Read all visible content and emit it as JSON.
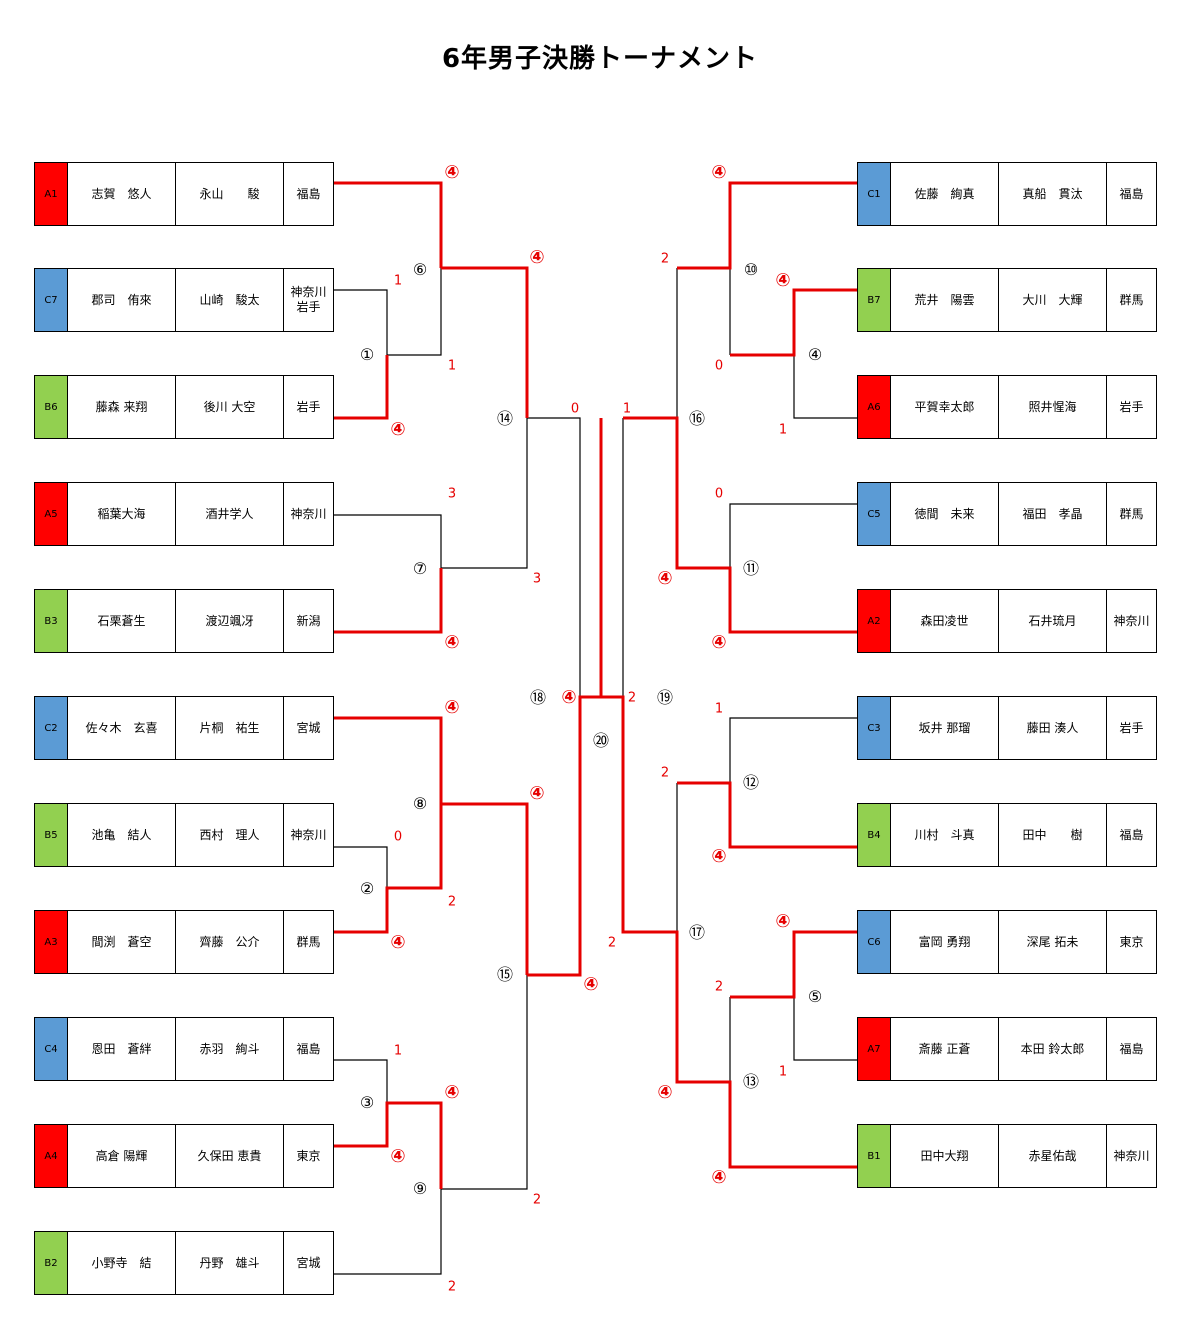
{
  "title": "6年男子決勝トーナメント",
  "colors": {
    "A": "#ff0000",
    "B": "#92d050",
    "C": "#5b9bd5",
    "winner_line": "#e60000",
    "line": "#000000"
  },
  "left_entries": [
    {
      "seed": "A1",
      "player1": "志賀　悠人",
      "player2": "永山　　駿",
      "pref": "福島"
    },
    {
      "seed": "C7",
      "player1": "郡司　侑來",
      "player2": "山崎　駿太",
      "pref": "神奈川\n岩手"
    },
    {
      "seed": "B6",
      "player1": "藤森 来翔",
      "player2": "後川 大空",
      "pref": "岩手"
    },
    {
      "seed": "A5",
      "player1": "稲葉大海",
      "player2": "酒井学人",
      "pref": "神奈川"
    },
    {
      "seed": "B3",
      "player1": "石栗蒼生",
      "player2": "渡辺颯冴",
      "pref": "新潟"
    },
    {
      "seed": "C2",
      "player1": "佐々木　玄喜",
      "player2": "片桐　祐生",
      "pref": "宮城"
    },
    {
      "seed": "B5",
      "player1": "池亀　結人",
      "player2": "西村　理人",
      "pref": "神奈川"
    },
    {
      "seed": "A3",
      "player1": "間渕　蒼空",
      "player2": "齊藤　公介",
      "pref": "群馬"
    },
    {
      "seed": "C4",
      "player1": "恩田　蒼絆",
      "player2": "赤羽　絢斗",
      "pref": "福島"
    },
    {
      "seed": "A4",
      "player1": "高倉 陽輝",
      "player2": "久保田 恵貴",
      "pref": "東京"
    },
    {
      "seed": "B2",
      "player1": "小野寺　結",
      "player2": "丹野　雄斗",
      "pref": "宮城"
    }
  ],
  "right_entries": [
    {
      "seed": "C1",
      "player1": "佐藤　絢真",
      "player2": "真船　貫汰",
      "pref": "福島"
    },
    {
      "seed": "B7",
      "player1": "荒井　陽雲",
      "player2": "大川　大輝",
      "pref": "群馬"
    },
    {
      "seed": "A6",
      "player1": "平賀幸太郎",
      "player2": "照井惺海",
      "pref": "岩手"
    },
    {
      "seed": "C5",
      "player1": "徳間　未来",
      "player2": "福田　孝晶",
      "pref": "群馬"
    },
    {
      "seed": "A2",
      "player1": "森田凌世",
      "player2": "石井琉月",
      "pref": "神奈川"
    },
    {
      "seed": "C3",
      "player1": "坂井 那瑠",
      "player2": "藤田 湊人",
      "pref": "岩手"
    },
    {
      "seed": "B4",
      "player1": "川村　斗真",
      "player2": "田中　　樹",
      "pref": "福島"
    },
    {
      "seed": "C6",
      "player1": "富岡 勇翔",
      "player2": "深尾 拓未",
      "pref": "東京"
    },
    {
      "seed": "A7",
      "player1": "斎藤 正蒼",
      "player2": "本田 鈴太郎",
      "pref": "福島"
    },
    {
      "seed": "B1",
      "player1": "田中大翔",
      "player2": "赤星佑哉",
      "pref": "神奈川"
    }
  ],
  "match_numbers": [
    "①",
    "②",
    "③",
    "④",
    "⑤",
    "⑥",
    "⑦",
    "⑧",
    "⑨",
    "⑩",
    "⑪",
    "⑫",
    "⑬",
    "⑭",
    "⑮",
    "⑯",
    "⑰",
    "⑱",
    "⑲",
    "⑳"
  ],
  "scores": {
    "m1": [
      "1",
      "④"
    ],
    "m2": [
      "0",
      "④"
    ],
    "m3": [
      "1",
      "④"
    ],
    "m4": [
      "④",
      "1"
    ],
    "m5": [
      "④",
      "1"
    ],
    "m6": [
      "④",
      "1"
    ],
    "m7": [
      "3",
      "④"
    ],
    "m8": [
      "④",
      "2"
    ],
    "m9": [
      "④",
      "2"
    ],
    "m10": [
      "④",
      "0"
    ],
    "m11": [
      "0",
      "④"
    ],
    "m12": [
      "1",
      "④"
    ],
    "m13": [
      "2",
      "④"
    ],
    "m14": [
      "④",
      "3"
    ],
    "m15": [
      "④",
      "2"
    ],
    "m16": [
      "2",
      "④"
    ],
    "m17": [
      "2",
      "④"
    ],
    "m18": [
      "0",
      "④"
    ],
    "m19": [
      "1",
      "2"
    ],
    "m20": [
      "④",
      "2"
    ]
  }
}
